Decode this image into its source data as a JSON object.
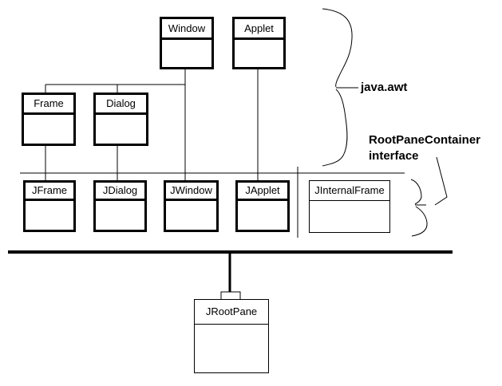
{
  "diagram": {
    "colors": {
      "line": "#000000",
      "background": "#ffffff"
    },
    "nodes": {
      "window": {
        "label": "Window"
      },
      "applet": {
        "label": "Applet"
      },
      "frame": {
        "label": "Frame"
      },
      "dialog": {
        "label": "Dialog"
      },
      "jframe": {
        "label": "JFrame"
      },
      "jdialog": {
        "label": "JDialog"
      },
      "jwindow": {
        "label": "JWindow"
      },
      "japplet": {
        "label": "JApplet"
      },
      "jinternalframe": {
        "label": "JInternalFrame"
      },
      "jrootpane": {
        "label": "JRootPane"
      }
    },
    "annotations": {
      "package_label": "java.awt",
      "interface_label_line1": "RootPaneContainer",
      "interface_label_line2": "interface"
    }
  }
}
